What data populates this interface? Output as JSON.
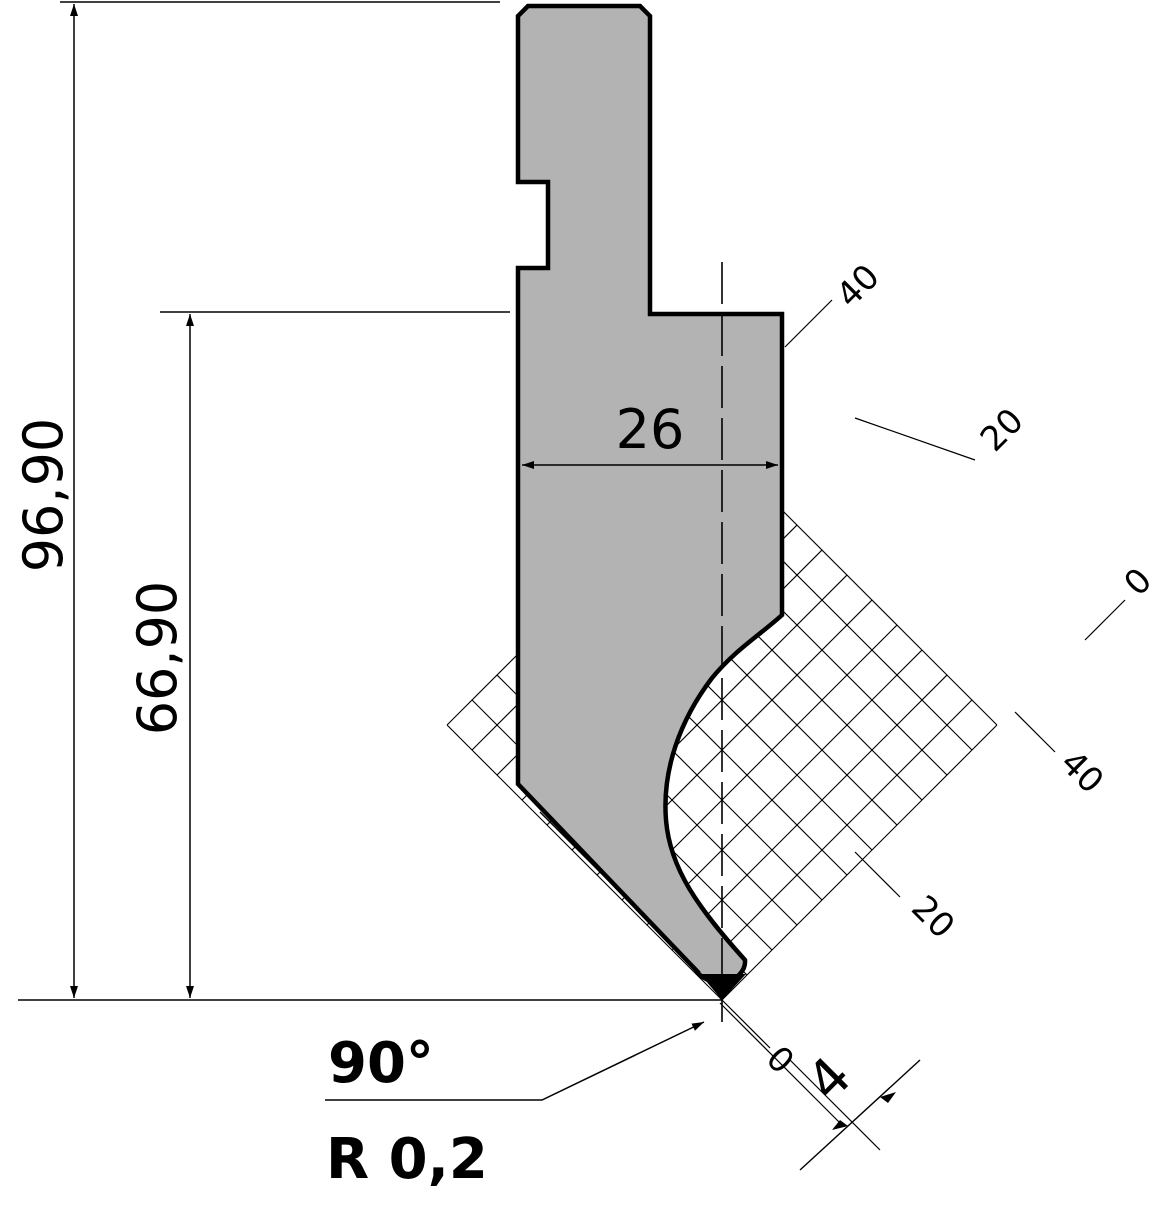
{
  "dimensions": {
    "total_height": "96,90",
    "working_height": "66,90",
    "width": "26",
    "tip_offset": "4"
  },
  "tip": {
    "angle": "90°",
    "radius": "R 0,2"
  },
  "grid_scale": {
    "upper_labels": [
      "40",
      "20",
      "0"
    ],
    "lower_labels": [
      "40",
      "20",
      "0"
    ]
  },
  "colors": {
    "tool_fill": "#b3b3b3",
    "outline": "#000000",
    "background": "#ffffff"
  }
}
